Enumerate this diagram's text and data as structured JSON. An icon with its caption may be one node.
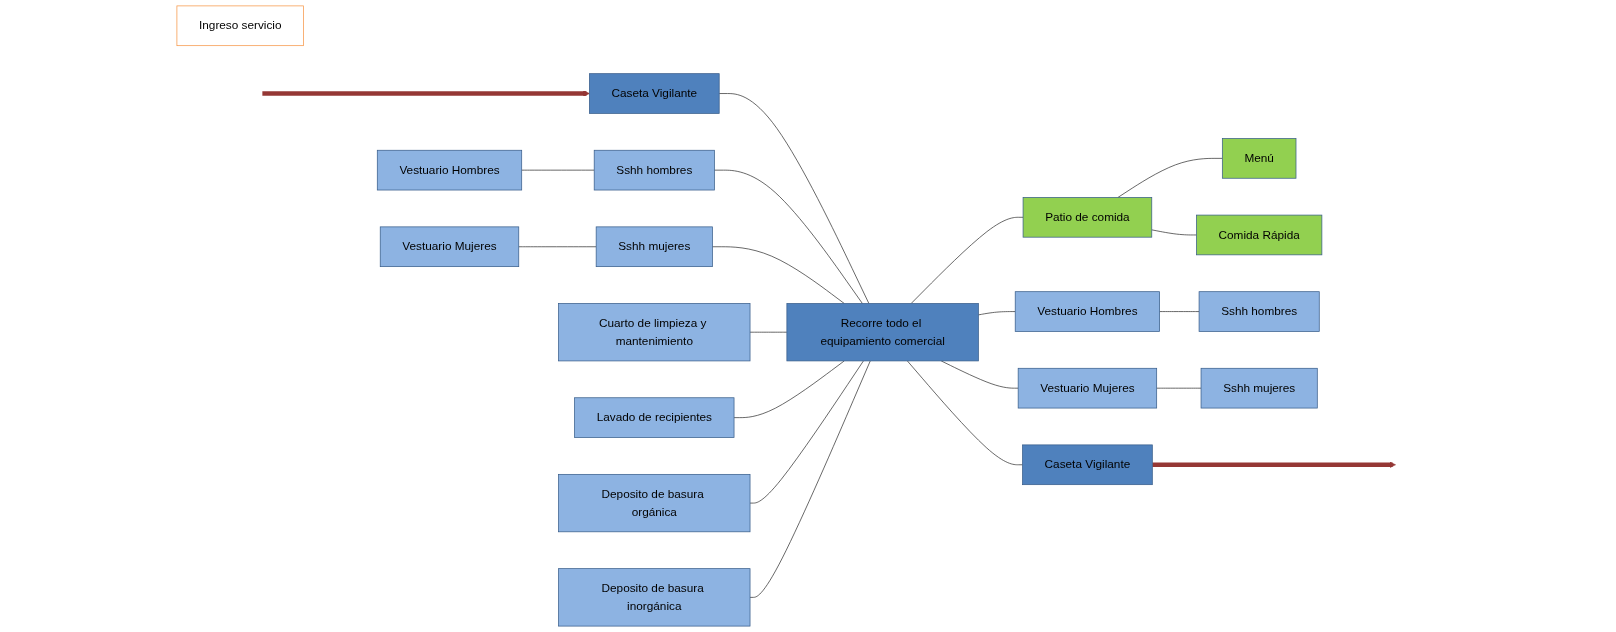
{
  "diagram": {
    "nodes": [
      {
        "text": [
          "Ingreso servicio"
        ]
      },
      {
        "text": [
          "Caseta Vigilante"
        ]
      },
      {
        "text": [
          "Vestuario Hombres"
        ]
      },
      {
        "text": [
          "Vestuario Mujeres"
        ]
      },
      {
        "text": [
          "Sshh hombres"
        ]
      },
      {
        "text": [
          "Sshh mujeres"
        ]
      },
      {
        "text": [
          "Cuarto de limpieza y mantenimiento"
        ]
      },
      {
        "text": [
          "Recorre todo el equipamiento comercial"
        ]
      },
      {
        "text": [
          "Lavado de recipientes"
        ]
      },
      {
        "text": [
          "Deposito de basura orgánica"
        ]
      },
      {
        "text": [
          "Deposito de basura inorgánica"
        ]
      },
      {
        "text": [
          "Caseta Vigilante"
        ]
      },
      {
        "text": [
          "Patio de comida"
        ]
      },
      {
        "text": [
          "Vestuario Hombres"
        ]
      },
      {
        "text": [
          "Vestuario Mujeres"
        ]
      },
      {
        "text": [
          "Menú"
        ]
      },
      {
        "text": [
          "Comida Rápida"
        ]
      },
      {
        "text": [
          "Sshh hombres"
        ]
      },
      {
        "text": [
          "Sshh mujeres"
        ]
      }
    ],
    "edges": [
      {
        "from": null,
        "to": 1,
        "arrow": "to",
        "style": "thick",
        "color": "#953735"
      },
      {
        "from": 1,
        "to": 7,
        "arrow": "none"
      },
      {
        "from": 2,
        "to": 4,
        "arrow": "none"
      },
      {
        "from": 3,
        "to": 5,
        "arrow": "none"
      },
      {
        "from": 4,
        "to": 7,
        "arrow": "none"
      },
      {
        "from": 5,
        "to": 7,
        "arrow": "none"
      },
      {
        "from": 6,
        "to": 7,
        "arrow": "none"
      },
      {
        "from": 7,
        "to": 11,
        "arrow": "none"
      },
      {
        "from": 8,
        "to": 7,
        "arrow": "none"
      },
      {
        "from": 9,
        "to": 7,
        "arrow": "none"
      },
      {
        "from": 10,
        "to": 7,
        "arrow": "none"
      },
      {
        "from": 7,
        "to": 12,
        "arrow": "none"
      },
      {
        "from": 7,
        "to": 13,
        "arrow": "none"
      },
      {
        "from": 7,
        "to": 14,
        "arrow": "none"
      },
      {
        "from": 12,
        "to": 15,
        "arrow": "none"
      },
      {
        "from": 12,
        "to": 16,
        "arrow": "none"
      },
      {
        "from": 13,
        "to": 17,
        "arrow": "none"
      },
      {
        "from": 14,
        "to": 18,
        "arrow": "none"
      },
      {
        "from": 11,
        "to": null,
        "arrow": "to",
        "style": "thick",
        "color": "#953735"
      }
    ]
  }
}
